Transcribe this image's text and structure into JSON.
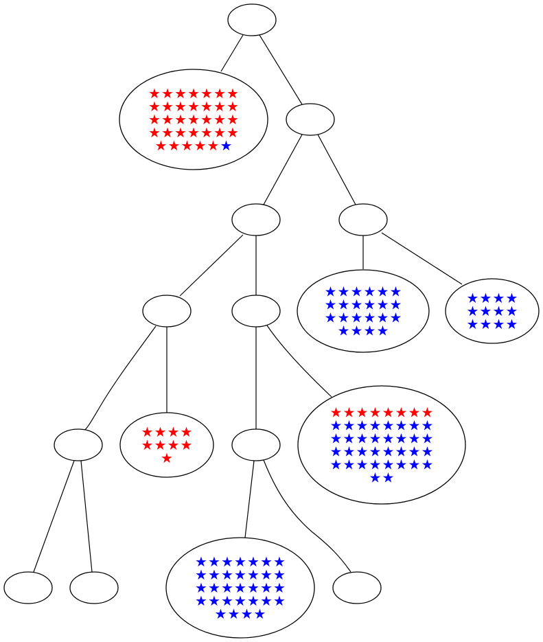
{
  "colors": {
    "red": "#ff0000",
    "blue": "#0000ff"
  },
  "star_glyph": "★",
  "nodes": [
    {
      "id": "root",
      "rows": []
    },
    {
      "id": "leaf-a",
      "rows": [
        [
          "red",
          "red",
          "red",
          "red",
          "red",
          "red",
          "red"
        ],
        [
          "red",
          "red",
          "red",
          "red",
          "red",
          "red",
          "red"
        ],
        [
          "red",
          "red",
          "red",
          "red",
          "red",
          "red",
          "red"
        ],
        [
          "red",
          "red",
          "red",
          "red",
          "red",
          "red",
          "red"
        ],
        [
          "red",
          "red",
          "red",
          "red",
          "red",
          "blue"
        ]
      ]
    },
    {
      "id": "n2",
      "rows": []
    },
    {
      "id": "n3",
      "rows": []
    },
    {
      "id": "n4",
      "rows": []
    },
    {
      "id": "leaf-b",
      "rows": [
        [
          "blue",
          "blue",
          "blue",
          "blue",
          "blue",
          "blue"
        ],
        [
          "blue",
          "blue",
          "blue",
          "blue",
          "blue",
          "blue"
        ],
        [
          "blue",
          "blue",
          "blue",
          "blue",
          "blue",
          "blue"
        ],
        [
          "blue",
          "blue",
          "blue",
          "blue"
        ]
      ]
    },
    {
      "id": "leaf-c",
      "rows": [
        [
          "blue",
          "blue",
          "blue",
          "blue"
        ],
        [
          "blue",
          "blue",
          "blue",
          "blue"
        ],
        [
          "blue",
          "blue",
          "blue",
          "blue"
        ]
      ]
    },
    {
      "id": "n5",
      "rows": []
    },
    {
      "id": "n6",
      "rows": []
    },
    {
      "id": "n7",
      "rows": []
    },
    {
      "id": "leaf-d",
      "rows": [
        [
          "red",
          "red",
          "red",
          "red"
        ],
        [
          "red",
          "red",
          "red",
          "red"
        ],
        [
          "red"
        ]
      ]
    },
    {
      "id": "n8",
      "rows": []
    },
    {
      "id": "leaf-e",
      "rows": [
        [
          "red",
          "red",
          "red",
          "red",
          "red",
          "red",
          "red",
          "red"
        ],
        [
          "blue",
          "blue",
          "blue",
          "blue",
          "blue",
          "blue",
          "blue",
          "blue"
        ],
        [
          "blue",
          "blue",
          "blue",
          "blue",
          "blue",
          "blue",
          "blue",
          "blue"
        ],
        [
          "blue",
          "blue",
          "blue",
          "blue",
          "blue",
          "blue",
          "blue",
          "blue"
        ],
        [
          "blue",
          "blue",
          "blue",
          "blue",
          "blue",
          "blue",
          "blue",
          "blue"
        ],
        [
          "blue",
          "blue"
        ]
      ]
    },
    {
      "id": "leaf-f",
      "rows": []
    },
    {
      "id": "leaf-g",
      "rows": []
    },
    {
      "id": "leaf-h",
      "rows": [
        [
          "blue",
          "blue",
          "blue",
          "blue",
          "blue",
          "blue",
          "blue"
        ],
        [
          "blue",
          "blue",
          "blue",
          "blue",
          "blue",
          "blue",
          "blue"
        ],
        [
          "blue",
          "blue",
          "blue",
          "blue",
          "blue",
          "blue",
          "blue"
        ],
        [
          "blue",
          "blue",
          "blue",
          "blue",
          "blue",
          "blue",
          "blue"
        ],
        [
          "blue",
          "blue",
          "blue",
          "blue"
        ]
      ]
    },
    {
      "id": "leaf-i",
      "rows": []
    }
  ],
  "edges": [
    [
      "root",
      "leaf-a"
    ],
    [
      "root",
      "n2"
    ],
    [
      "n2",
      "n3"
    ],
    [
      "n2",
      "n4"
    ],
    [
      "n4",
      "leaf-b"
    ],
    [
      "n4",
      "leaf-c"
    ],
    [
      "n3",
      "n5"
    ],
    [
      "n3",
      "n6"
    ],
    [
      "n5",
      "n7"
    ],
    [
      "n5",
      "leaf-d"
    ],
    [
      "n6",
      "n8"
    ],
    [
      "n6",
      "leaf-e"
    ],
    [
      "n7",
      "leaf-f"
    ],
    [
      "n7",
      "leaf-g"
    ],
    [
      "n8",
      "leaf-h"
    ],
    [
      "n8",
      "leaf-i"
    ]
  ]
}
